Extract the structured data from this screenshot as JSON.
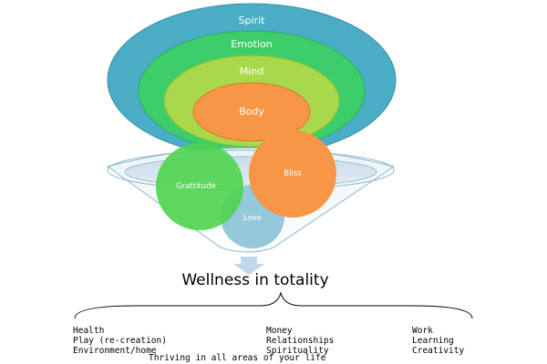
{
  "rings": [
    {
      "label": "Spirit",
      "color": "#4BACC6"
    },
    {
      "label": "Emotion",
      "color": "#3DCE6B"
    },
    {
      "label": "Mind",
      "color": "#A8D94A"
    },
    {
      "label": "Body",
      "color": "#F79646"
    }
  ],
  "funnel": {
    "circles": [
      {
        "label": "Grattitude",
        "color": "#4FD44F"
      },
      {
        "label": "Bliss",
        "color": "#F79646"
      },
      {
        "label": "Love",
        "color": "#93C9D9"
      }
    ],
    "arrow_color": "#BFD8EC"
  },
  "headline": "Wellness in totality",
  "areas": {
    "col1": [
      "Health",
      "Play (re-creation)",
      "Environment/home"
    ],
    "col2": [
      "Money",
      "Relationships",
      "Spirituality"
    ],
    "col3": [
      "Work",
      "Learning",
      "Creativity"
    ],
    "footer": "Thriving in all areas of your life"
  }
}
